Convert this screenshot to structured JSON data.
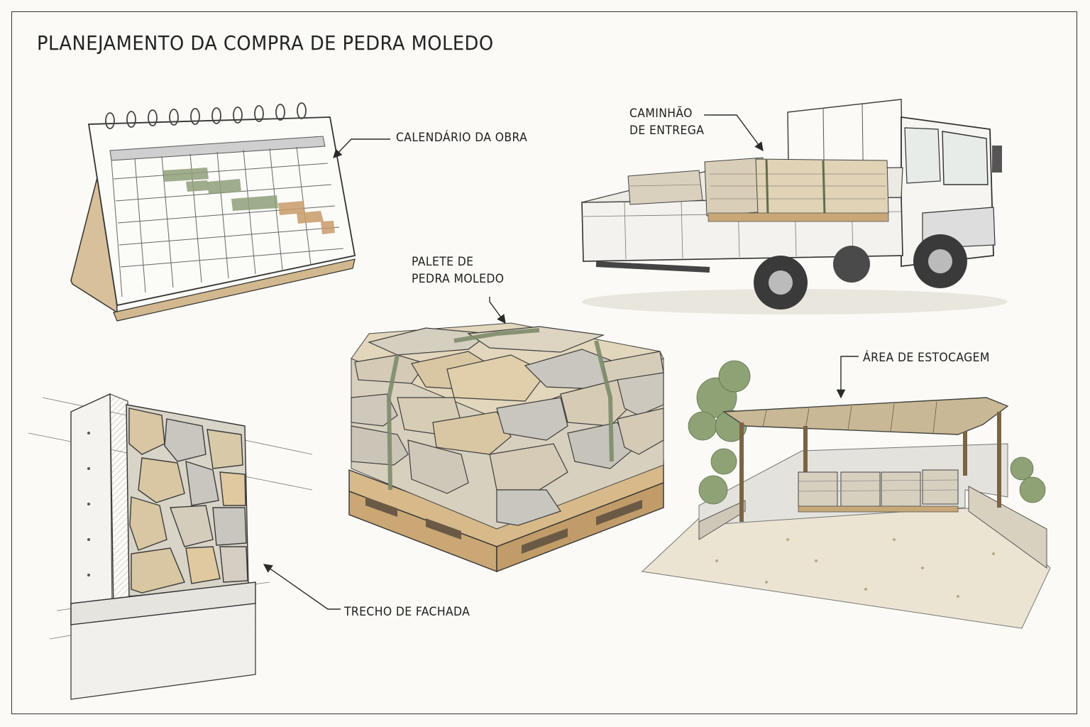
{
  "title": "PLANEJAMENTO DA COMPRA DE PEDRA MOLEDO",
  "labels": {
    "calendar": "CALENDÁRIO DA OBRA",
    "truck": [
      "CAMINHÃO",
      "DE ENTREGA"
    ],
    "pallet": [
      "PALETE DE",
      "PEDRA MOLEDO"
    ],
    "storage": "ÁREA DE ESTOCAGEM",
    "facade": "TRECHO DE FACHADA"
  },
  "colors": {
    "ink": "#2a2a2a",
    "stone": "#d9c7a3",
    "stone_grey": "#c8c6be",
    "wood": "#d7b98a",
    "gantt_green": "#8f9f7a",
    "gantt_orange": "#c89a6a",
    "strap": "#8e9c7c",
    "foliage": "#8fa276"
  },
  "icons": [
    "calendar-illustration",
    "truck-illustration",
    "stone-pallet-illustration",
    "storage-shed-illustration",
    "facade-section-illustration"
  ]
}
